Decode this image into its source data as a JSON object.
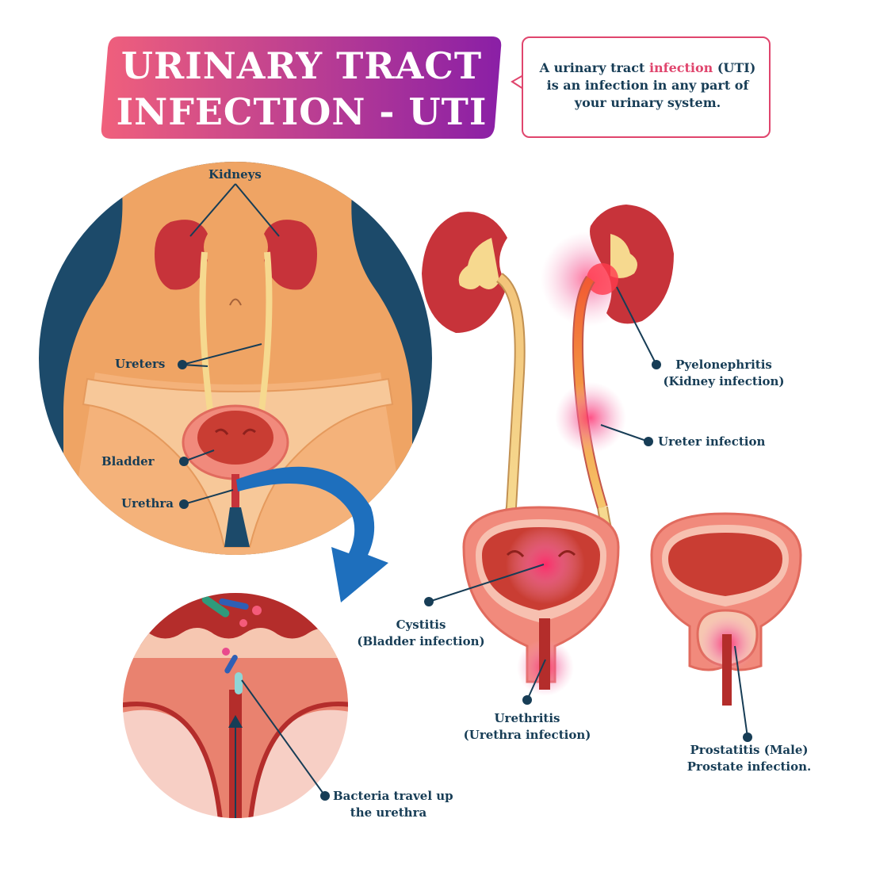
{
  "title": {
    "line1": "URINARY TRACT",
    "line2": "INFECTION - UTI"
  },
  "intro": {
    "before": "A urinary tract ",
    "highlight": "infection",
    "after": " (UTI) is an infection in any part of your urinary system."
  },
  "labels": {
    "kidneys": "Kidneys",
    "ureters": "Ureters",
    "bladder": "Bladder",
    "urethra": "Urethra",
    "bacteria_1": "Bacteria travel up",
    "bacteria_2": "the urethra",
    "pyelonephritis_1": "Pyelonephritis",
    "pyelonephritis_2": "(Kidney infection)",
    "ureter_infection": "Ureter infection",
    "cystitis_1": "Cystitis",
    "cystitis_2": "(Bladder infection)",
    "urethritis_1": "Urethritis",
    "urethritis_2": "(Urethra infection)",
    "prostatitis_1": "Prostatitis (Male)",
    "prostatitis_2": "Prostate infection."
  },
  "colors": {
    "banner_start": "#f0607c",
    "banner_end": "#8a1fa6",
    "accent_pink": "#e0456d",
    "text_navy": "#173d56",
    "kidney_red": "#c7333a",
    "skin": "#efa464",
    "dark_blue": "#1c4a6a",
    "arrow_blue": "#1e6fbd"
  }
}
